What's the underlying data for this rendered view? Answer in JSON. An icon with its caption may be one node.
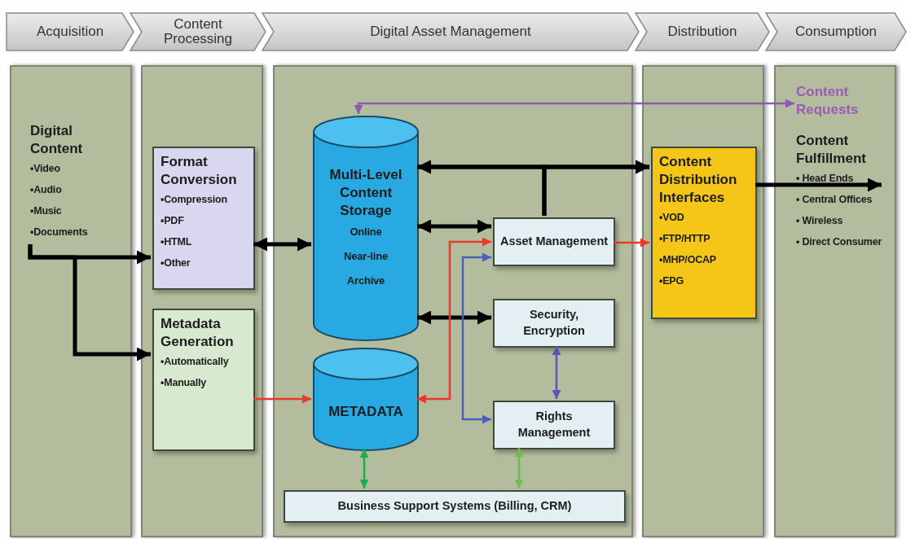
{
  "diagram": {
    "nodes": [
      {
        "text": [],
        "shape": "box"
      },
      {
        "text": [
          "Digital Content",
          "•Video",
          "•Audio",
          "•Music",
          "•Documents"
        ],
        "in": 0
      },
      {
        "text": [],
        "shape": "box"
      },
      {
        "text": [
          "Format Conversion",
          "•Compression",
          "•PDF",
          "•HTML",
          "•Other"
        ],
        "in": 2
      },
      {
        "text": [
          "Metadata Generation",
          "•Automatically",
          "•Manually"
        ],
        "in": 2
      },
      {
        "text": [],
        "shape": "box"
      },
      {
        "text": [
          "Multi-Level Content Storage",
          "Online",
          "Near-line",
          "Archive"
        ],
        "in": 5
      },
      {
        "text": [
          "METADATA"
        ],
        "in": 5
      },
      {
        "text": [
          "Asset Management"
        ],
        "in": 5
      },
      {
        "text": [
          "Security, Encryption"
        ],
        "in": 5
      },
      {
        "text": [
          "Rights Management"
        ],
        "in": 5
      },
      {
        "text": [
          "Business Support Systems (Billing, CRM)"
        ],
        "in": 5
      },
      {
        "text": [],
        "shape": "box"
      },
      {
        "text": [
          "Content Distribution Interfaces",
          "•VOD",
          "•FTP/HTTP",
          "•MHP/OCAP",
          "•EPG"
        ],
        "in": 12
      },
      {
        "text": [],
        "shape": "box"
      },
      {
        "text": [
          "Content Requests"
        ],
        "in": 14
      },
      {
        "text": [
          "Content Fulfillment",
          "• Head Ends",
          "• Central Offices",
          "• Wireless",
          "• Direct Consumer"
        ],
        "in": 14
      }
    ],
    "edges": [
      {
        "from": 1,
        "to": 3,
        "arrow": "to"
      },
      {
        "from": 1,
        "to": 4,
        "arrow": "to"
      },
      {
        "from": 3,
        "to": 6,
        "arrow": "both"
      },
      {
        "from": 6,
        "to": 13,
        "arrow": "both"
      },
      {
        "from": 8,
        "to": 6,
        "arrow": "to"
      },
      {
        "from": 8,
        "to": 13,
        "arrow": "to"
      },
      {
        "from": 6,
        "to": 8,
        "arrow": "both"
      },
      {
        "from": 6,
        "to": 9,
        "arrow": "both"
      },
      {
        "from": 4,
        "to": 7,
        "arrow": "to",
        "color": "#e8392a"
      },
      {
        "from": 8,
        "to": 7,
        "arrow": "both",
        "color": "#e8392a"
      },
      {
        "from": 8,
        "to": 10,
        "arrow": "both",
        "color": "#4a5fb8"
      },
      {
        "from": 8,
        "to": 13,
        "arrow": "to",
        "color": "#e8392a"
      },
      {
        "from": 9,
        "to": 10,
        "arrow": "both",
        "color": "#5a55b8"
      },
      {
        "from": 7,
        "to": 11,
        "arrow": "both",
        "color": "#1fae4f"
      },
      {
        "from": 10,
        "to": 11,
        "arrow": "both",
        "color": "#6cc04a"
      },
      {
        "from": 6,
        "to": 15,
        "arrow": "both",
        "color": "#8a5cb0"
      },
      {
        "from": 13,
        "to": 16,
        "arrow": "to"
      }
    ],
    "labels": [
      "Acquisition",
      "Content Processing",
      "Digital Asset Management",
      "Distribution",
      "Consumption"
    ]
  }
}
